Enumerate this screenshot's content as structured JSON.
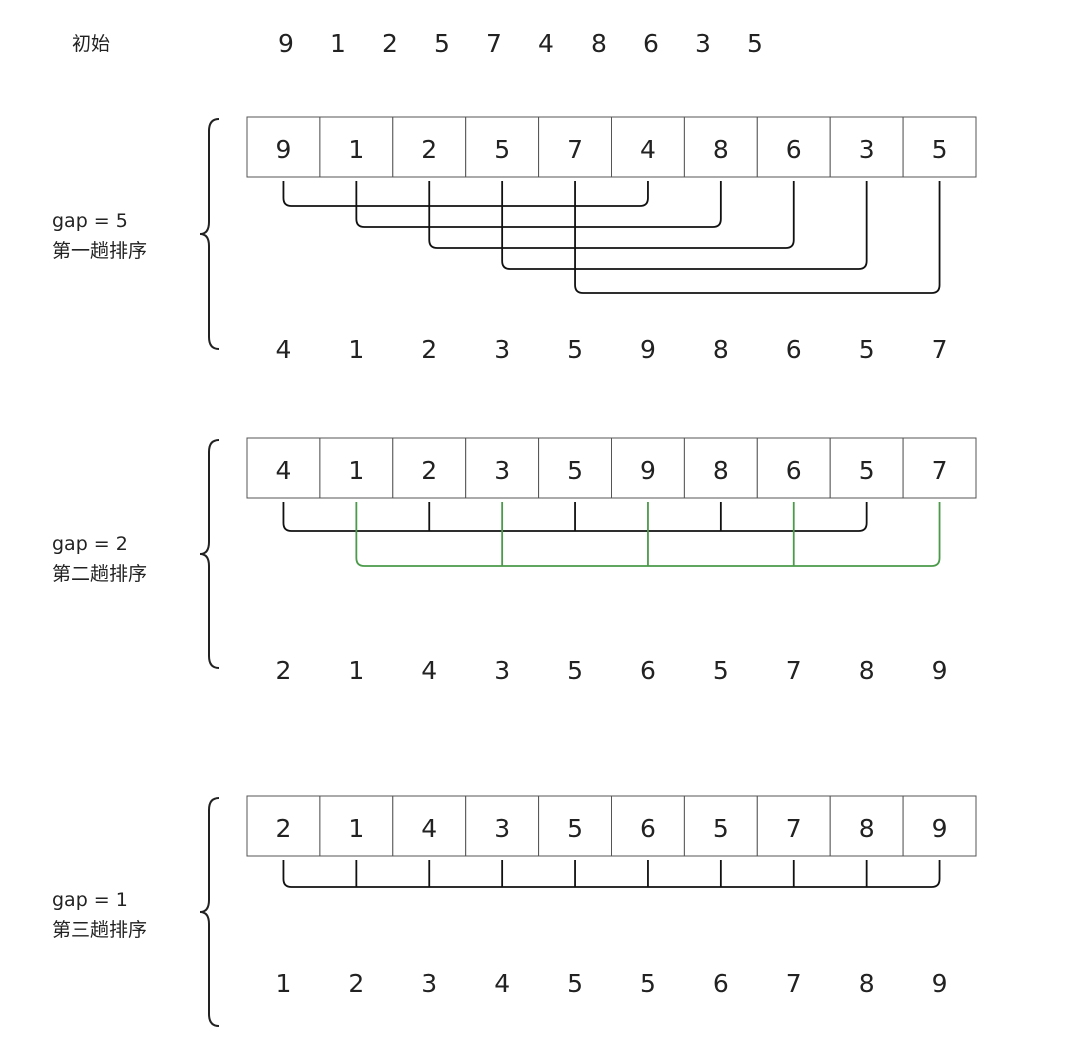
{
  "initial": {
    "label": "初始",
    "values": [
      "9",
      "1",
      "2",
      "5",
      "7",
      "4",
      "8",
      "6",
      "3",
      "5"
    ]
  },
  "passes": [
    {
      "gap_label": "gap = 5",
      "pass_label": "第一趟排序",
      "cells": [
        "9",
        "1",
        "2",
        "5",
        "7",
        "4",
        "8",
        "6",
        "3",
        "5"
      ],
      "groups": [
        {
          "members": [
            0,
            5
          ],
          "color": "#111111"
        },
        {
          "members": [
            1,
            6
          ],
          "color": "#111111"
        },
        {
          "members": [
            2,
            7
          ],
          "color": "#111111"
        },
        {
          "members": [
            3,
            8
          ],
          "color": "#111111"
        },
        {
          "members": [
            4,
            9
          ],
          "color": "#111111"
        }
      ],
      "result": [
        "4",
        "1",
        "2",
        "3",
        "5",
        "9",
        "8",
        "6",
        "5",
        "7"
      ]
    },
    {
      "gap_label": "gap = 2",
      "pass_label": "第二趟排序",
      "cells": [
        "4",
        "1",
        "2",
        "3",
        "5",
        "9",
        "8",
        "6",
        "5",
        "7"
      ],
      "groups": [
        {
          "members": [
            0,
            2,
            4,
            6,
            8
          ],
          "color": "#111111"
        },
        {
          "members": [
            1,
            3,
            5,
            7,
            9
          ],
          "color": "#4a9a4a"
        }
      ],
      "result": [
        "2",
        "1",
        "4",
        "3",
        "5",
        "6",
        "5",
        "7",
        "8",
        "9"
      ]
    },
    {
      "gap_label": "gap = 1",
      "pass_label": "第三趟排序",
      "cells": [
        "2",
        "1",
        "4",
        "3",
        "5",
        "6",
        "5",
        "7",
        "8",
        "9"
      ],
      "groups": [
        {
          "members": [
            0,
            1,
            2,
            3,
            4,
            5,
            6,
            7,
            8,
            9
          ],
          "color": "#111111"
        }
      ],
      "result": [
        "1",
        "2",
        "3",
        "4",
        "5",
        "5",
        "6",
        "7",
        "8",
        "9"
      ]
    }
  ],
  "colors": {
    "cell_border": "#555555",
    "text": "#222222",
    "brace": "#222222"
  }
}
